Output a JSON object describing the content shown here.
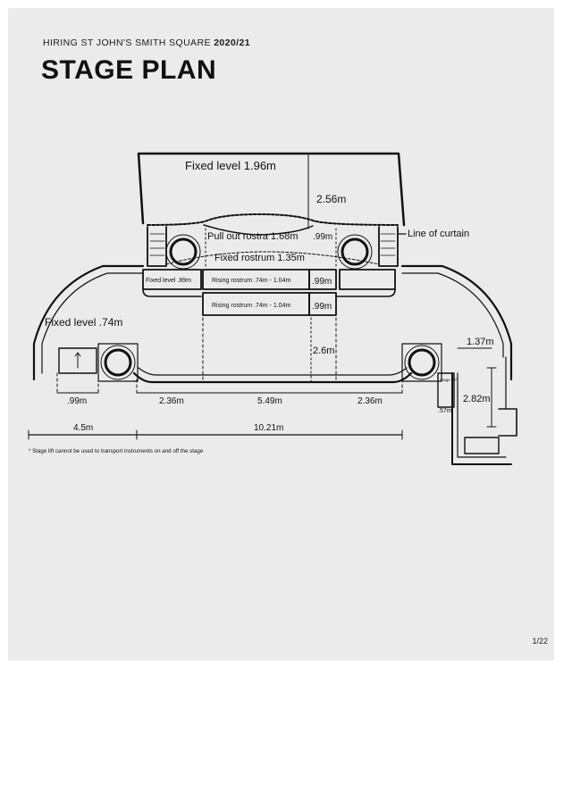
{
  "header": {
    "kicker_prefix": "HIRING ST JOHN'S SMITH SQUARE",
    "kicker_year": "2020/21",
    "title": "STAGE PLAN"
  },
  "plan": {
    "areas": {
      "fixed_level_top": "Fixed level 1.96m",
      "pull_out_rostra": "Pull out rostra 1.68m",
      "fixed_rostrum": "Fixed rostrum 1.35m",
      "fixed_level_89": "Fixed level .89m",
      "rising_rostrum_1": "Rising rostrum .74m - 1.04m",
      "rising_rostrum_2": "Rising rostrum .74m - 1.04m",
      "fixed_level_74": "Fixed level .74m",
      "line_of_curtain": "Line of curtain",
      "stage_lift": "Stage lift*"
    },
    "dimensions": {
      "d_256": "2.56m",
      "d_099_a": ".99m",
      "d_099_b": ".99m",
      "d_099_c": ".99m",
      "d_26": "2.6m",
      "d_137": "1.37m",
      "d_282": "2.82m",
      "d_057": ".57m",
      "d_099_left": ".99m",
      "d_236_left": "2.36m",
      "d_549": "5.49m",
      "d_236_right": "2.36m",
      "d_45": "4.5m",
      "d_1021": "10.21m"
    },
    "footnote": "* Stage lift cannot be used to transport instruments on and off the stage"
  },
  "footer": {
    "page": "1/22"
  }
}
